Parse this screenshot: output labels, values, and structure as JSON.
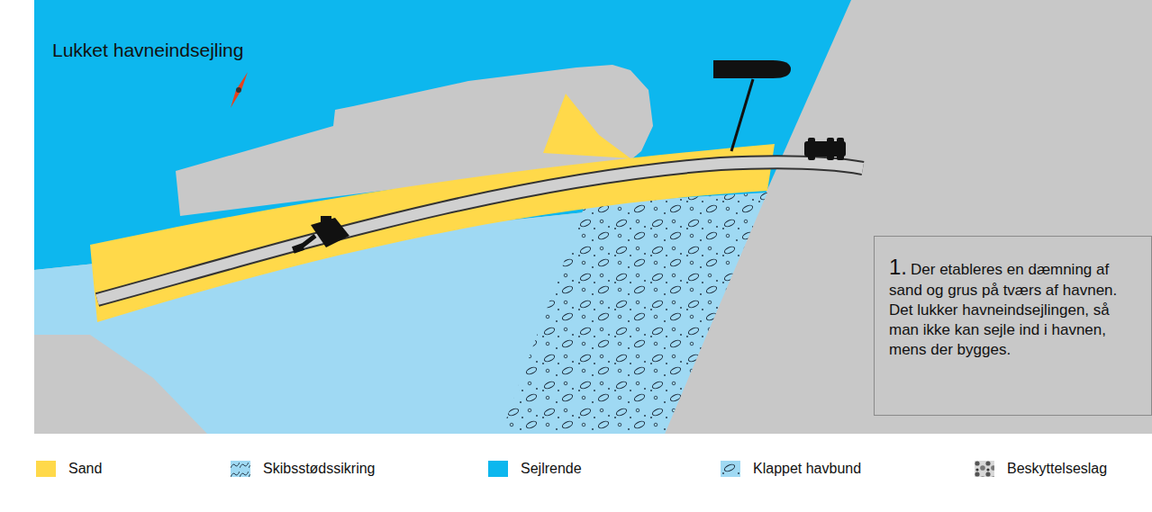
{
  "diagram": {
    "nodes": [
      {
        "text": [
          "1.",
          "Der etableres en dæmning af sand og grus på tværs af havnen. Det lukker havneindsejlingen, så man ikke kan sejle ind i havnen, mens der bygges."
        ]
      }
    ],
    "edges": [],
    "labels": [
      "Lukket havneindsejling"
    ],
    "legend": [
      {
        "text": "Sand",
        "color": "#ffd94a"
      },
      {
        "text": "Skibsstødssikring"
      },
      {
        "text": "Sejlrende",
        "color": "#0db7ee"
      },
      {
        "text": "Klappet havbund"
      },
      {
        "text": "Beskyttelseslag"
      }
    ]
  }
}
